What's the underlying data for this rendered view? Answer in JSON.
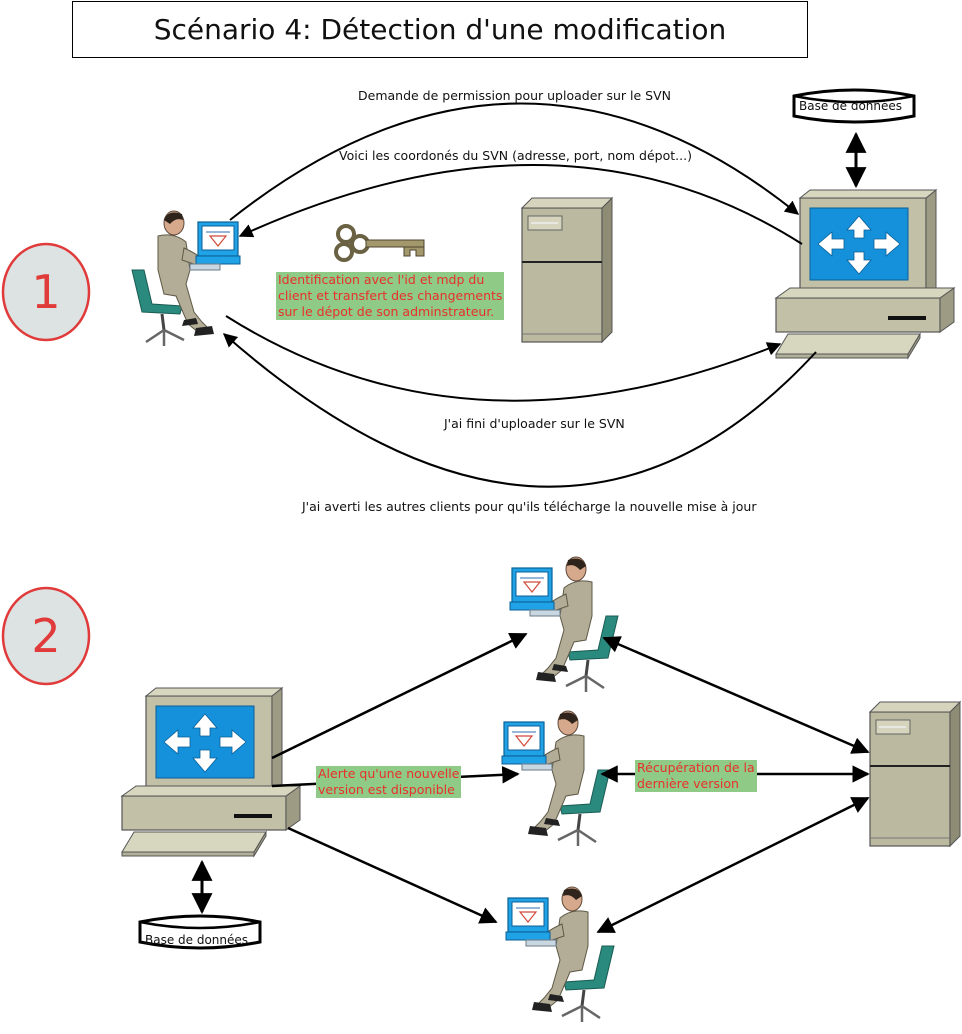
{
  "title": "Scénario 4: Détection d'une modification",
  "steps": {
    "one": "1",
    "two": "2"
  },
  "messages": {
    "permission_request": "Demande de permission pour uploader sur le SVN",
    "svn_coordinates": "Voici les coordonés du SVN (adresse, port, nom dépot...)",
    "upload_done": "J'ai fini d'uploader sur le SVN",
    "clients_notified": "J'ai averti les autres clients pour qu'ils télécharge la nouvelle mise à jour"
  },
  "notes": {
    "identification": [
      "Identification avec l'id et mdp du",
      "client et transfert des changements",
      "sur le dépot de son adminstrateur."
    ],
    "alert": [
      "Alerte qu'une nouvelle",
      "version est disponible"
    ],
    "retrieval": [
      "Récupération de la",
      "dernière version"
    ]
  },
  "database_labels": {
    "top": "Base de données",
    "bottom": "Base de données"
  },
  "colors": {
    "step_circle_fill": "#dde3e3",
    "step_circle_stroke": "#e03a3a",
    "step_number": "#e03a3a",
    "note_background": "#8fca87",
    "note_text": "#e8302a",
    "monitor_screen": "#1591dc",
    "server_body": "#bbb99f",
    "person_suit": "#b3ad97",
    "chair": "#2a8a7e"
  },
  "icons": [
    "user-at-computer-icon",
    "router-computer-icon",
    "svn-server-icon",
    "database-icon",
    "key-icon",
    "arrow-icon"
  ]
}
